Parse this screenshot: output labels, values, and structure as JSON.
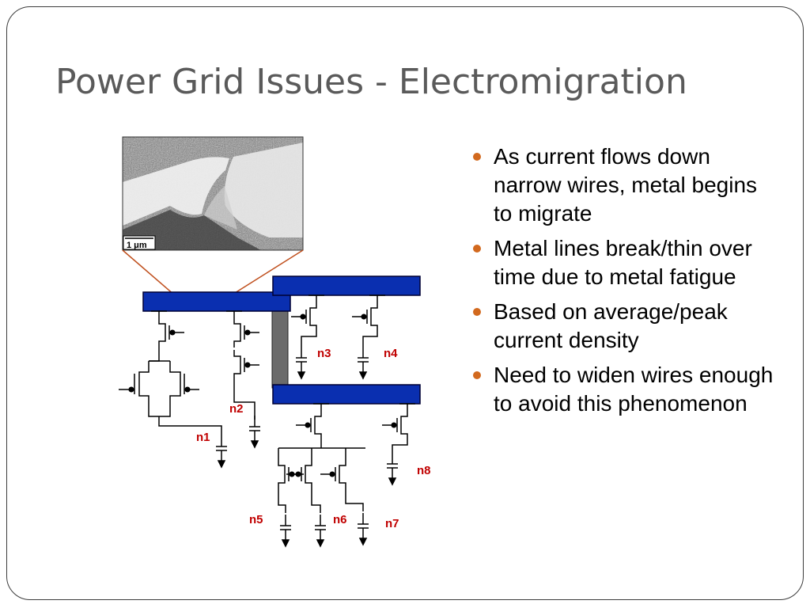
{
  "slide": {
    "title": "Power Grid Issues - Electromigration",
    "bullets": [
      "As current flows down narrow wires, metal begins to migrate",
      "Metal lines break/thin over time due to metal fatigue",
      "Based on average/peak current density",
      "Need to widen wires enough to avoid this phenomenon"
    ]
  },
  "micrograph": {
    "scale_label": "1 μm"
  },
  "circuit": {
    "node_labels": [
      "n1",
      "n2",
      "n3",
      "n4",
      "n5",
      "n6",
      "n7",
      "n8"
    ]
  },
  "colors": {
    "rail": "#0a2fb0",
    "rail_border": "#000033",
    "via": "#6b6b6b",
    "node_label": "#c00000",
    "callout": "#c0501e",
    "bullet": "#d2691e",
    "title": "#5a5a5a"
  }
}
